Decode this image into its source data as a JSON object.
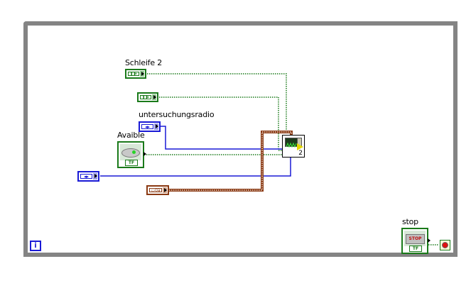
{
  "diagram": {
    "type": "LabVIEW block diagram",
    "structure": "while-loop",
    "colors": {
      "loop_frame": "#848484",
      "boolean_wire": "#1a7a1a",
      "enum_wire": "#1a1ad6",
      "refnum_wire": "#8b3a13"
    },
    "labels": {
      "schleife2": "Schleife 2",
      "untersuchungsradio": "untersuchungsradio",
      "avaible": "Avaible",
      "stop": "stop"
    },
    "terminals": {
      "bool_tf_text": "TF",
      "enum_text": "◂▸",
      "refnum_text": "▭0a",
      "stop_button_text": "STOP",
      "iteration_text": "i"
    },
    "subvi": {
      "icon": "waveform-scope-icon",
      "suffix": "2"
    }
  }
}
